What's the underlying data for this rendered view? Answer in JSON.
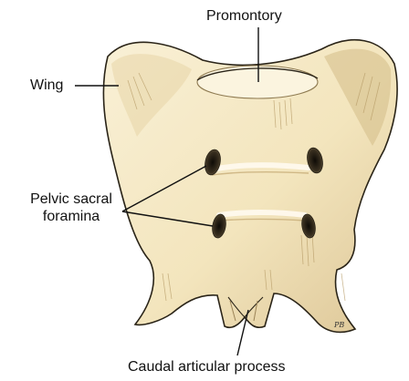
{
  "labels": {
    "promontory": "Promontory",
    "wing": "Wing",
    "pelvic_line1": "Pelvic sacral",
    "pelvic_line2": "foramina",
    "caudal": "Caudal articular process"
  },
  "signature": "PB",
  "colors": {
    "bone_fill": "#f6ebc9",
    "bone_shadow": "#d9c393",
    "outline": "#2a2418",
    "foramen": "#2b2519",
    "leader": "#111111"
  }
}
